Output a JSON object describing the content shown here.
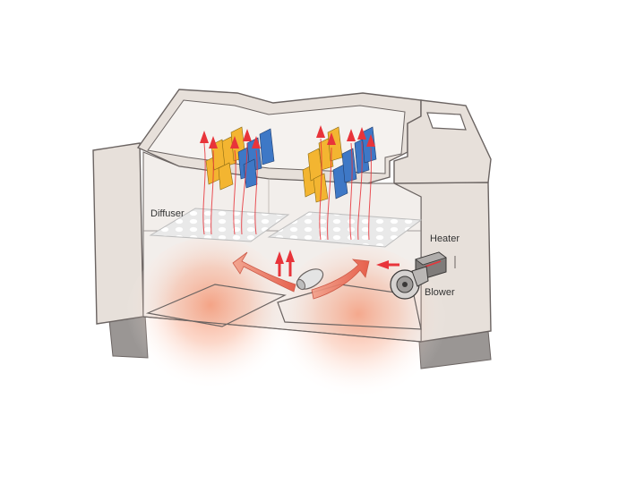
{
  "labels": {
    "diffuser": "Diffuser",
    "heater": "Heater",
    "blower": "Blower"
  },
  "colors": {
    "cabinet_shell": "#e7e0da",
    "cabinet_interior": "#f2eeeb",
    "cabinet_outline": "#6b6462",
    "base": "#9a9694",
    "panel_yellow": "#f3b531",
    "panel_blue": "#3e78c6",
    "airflow_red": "#e8343a",
    "heat_glow": "#f58a64",
    "diffuser_grid": "#cfcfcf"
  },
  "icons": [
    "panel-rack-icon",
    "airflow-arrow-icon",
    "heater-box-icon",
    "blower-fan-icon",
    "spray-nozzle-icon"
  ]
}
